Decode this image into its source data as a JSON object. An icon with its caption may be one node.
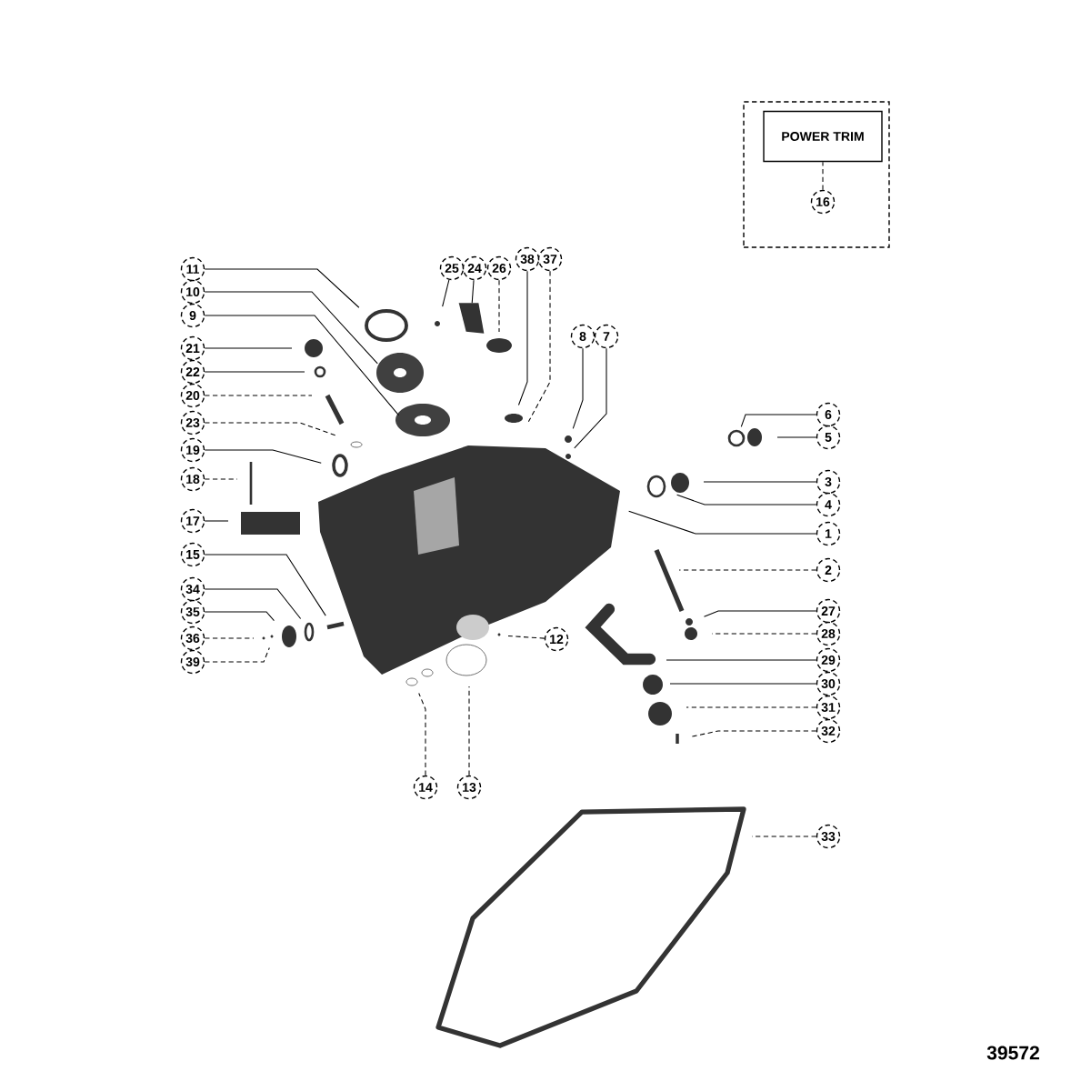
{
  "diagram": {
    "nodes": [
      {
        "text": [],
        "shape": "box"
      },
      {
        "text": [
          "POWER TRIM"
        ],
        "in": 0
      },
      {
        "text": [
          "16"
        ],
        "in": 0
      },
      {
        "text": [
          "25"
        ]
      },
      {
        "text": [
          "24"
        ]
      },
      {
        "text": [
          "26"
        ]
      },
      {
        "text": [
          "38"
        ]
      },
      {
        "text": [
          "37"
        ]
      },
      {
        "text": [
          "8"
        ]
      },
      {
        "text": [
          "7"
        ]
      },
      {
        "text": [
          "11"
        ]
      },
      {
        "text": [
          "10"
        ]
      },
      {
        "text": [
          "9"
        ]
      },
      {
        "text": [
          "21"
        ]
      },
      {
        "text": [
          "22"
        ]
      },
      {
        "text": [
          "20"
        ]
      },
      {
        "text": [
          "23"
        ]
      },
      {
        "text": [
          "19"
        ]
      },
      {
        "text": [
          "18"
        ]
      },
      {
        "text": [
          "17"
        ]
      },
      {
        "text": [
          "15"
        ]
      },
      {
        "text": [
          "34"
        ]
      },
      {
        "text": [
          "35"
        ]
      },
      {
        "text": [
          "36"
        ]
      },
      {
        "text": [
          "39"
        ]
      },
      {
        "text": [
          "6"
        ]
      },
      {
        "text": [
          "5"
        ]
      },
      {
        "text": [
          "3"
        ]
      },
      {
        "text": [
          "4"
        ]
      },
      {
        "text": [
          "1"
        ]
      },
      {
        "text": [
          "2"
        ]
      },
      {
        "text": [
          "27"
        ]
      },
      {
        "text": [
          "28"
        ]
      },
      {
        "text": [
          "29"
        ]
      },
      {
        "text": [
          "30"
        ]
      },
      {
        "text": [
          "31"
        ]
      },
      {
        "text": [
          "32"
        ]
      },
      {
        "text": [
          "33"
        ]
      },
      {
        "text": [
          "12"
        ]
      },
      {
        "text": [
          "14"
        ]
      },
      {
        "text": [
          "13"
        ]
      },
      {
        "text": [],
        "shape": "picture"
      }
    ],
    "edges": [
      {
        "from": 2,
        "to": 1,
        "arrow": "none",
        "style": "dashed"
      },
      {
        "from": 3,
        "to": null,
        "arrow": "none"
      },
      {
        "from": 4,
        "to": 41,
        "arrow": "none"
      },
      {
        "from": 5,
        "to": null,
        "arrow": "none",
        "style": "dashed"
      },
      {
        "from": 6,
        "to": null,
        "arrow": "none"
      },
      {
        "from": 7,
        "to": null,
        "arrow": "none",
        "style": "dashed"
      },
      {
        "from": 8,
        "to": null,
        "arrow": "none"
      },
      {
        "from": 9,
        "to": null,
        "arrow": "none"
      },
      {
        "from": 10,
        "to": null,
        "arrow": "none"
      },
      {
        "from": 11,
        "to": null,
        "arrow": "none"
      },
      {
        "from": 12,
        "to": null,
        "arrow": "none"
      },
      {
        "from": 13,
        "to": null,
        "arrow": "none"
      },
      {
        "from": 14,
        "to": null,
        "arrow": "none"
      },
      {
        "from": 15,
        "to": null,
        "arrow": "none",
        "style": "dashed"
      },
      {
        "from": 16,
        "to": null,
        "arrow": "none",
        "style": "dashed"
      },
      {
        "from": 17,
        "to": null,
        "arrow": "none"
      },
      {
        "from": 18,
        "to": null,
        "arrow": "none",
        "style": "dashed"
      },
      {
        "from": 19,
        "to": null,
        "arrow": "none"
      },
      {
        "from": 20,
        "to": null,
        "arrow": "none"
      },
      {
        "from": 21,
        "to": null,
        "arrow": "none"
      },
      {
        "from": 22,
        "to": null,
        "arrow": "none"
      },
      {
        "from": 23,
        "to": null,
        "arrow": "none",
        "style": "dashed"
      },
      {
        "from": 24,
        "to": null,
        "arrow": "none",
        "style": "dashed"
      },
      {
        "from": 25,
        "to": null,
        "arrow": "none"
      },
      {
        "from": 26,
        "to": null,
        "arrow": "none"
      },
      {
        "from": 27,
        "to": null,
        "arrow": "none"
      },
      {
        "from": 28,
        "to": null,
        "arrow": "none"
      },
      {
        "from": 29,
        "to": null,
        "arrow": "none"
      },
      {
        "from": 30,
        "to": null,
        "arrow": "none",
        "style": "dashed"
      },
      {
        "from": 31,
        "to": null,
        "arrow": "none"
      },
      {
        "from": 32,
        "to": null,
        "arrow": "none",
        "style": "dashed"
      },
      {
        "from": 33,
        "to": null,
        "arrow": "none"
      },
      {
        "from": 34,
        "to": null,
        "arrow": "none"
      },
      {
        "from": 35,
        "to": null,
        "arrow": "none",
        "style": "dashed"
      },
      {
        "from": 36,
        "to": null,
        "arrow": "none",
        "style": "dashed"
      },
      {
        "from": 37,
        "to": null,
        "arrow": "none",
        "style": "dashed"
      },
      {
        "from": 38,
        "to": null,
        "arrow": "none",
        "style": "dashed"
      },
      {
        "from": 39,
        "to": null,
        "arrow": "none",
        "style": "dashed"
      },
      {
        "from": 40,
        "to": null,
        "arrow": "none",
        "style": "dashed"
      }
    ],
    "labels": [
      "39572"
    ]
  }
}
